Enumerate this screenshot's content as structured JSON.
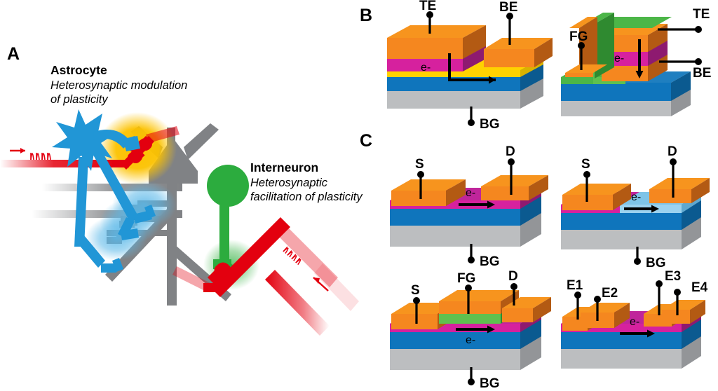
{
  "figure": {
    "panels": [
      {
        "id": "A",
        "letter": "A"
      },
      {
        "id": "B",
        "letter": "B"
      },
      {
        "id": "C",
        "letter": "C"
      }
    ]
  },
  "panelA": {
    "letter": "A",
    "astrocyte": {
      "title": "Astrocyte",
      "subtitle_line1": "Heterosynaptic modulation",
      "subtitle_line2": "of plasticity"
    },
    "interneuron": {
      "title": "Interneuron",
      "subtitle_line1": "Heterosynaptic",
      "subtitle_line2": "facilitation of plasticity"
    },
    "colors": {
      "astrocyte": "#2196D6",
      "interneuron": "#2CAC3E",
      "axon": "#E3000F",
      "neuron": "#808285",
      "glow_yellow": "#FCC200",
      "glow_blue": "#5BB8E8",
      "glow_green": "#3EB54A"
    },
    "spike_trains": [
      "input-spikes-left",
      "input-spikes-right"
    ]
  },
  "panelB": {
    "letter": "B",
    "devices": [
      {
        "name": "two-terminal-memristor",
        "labels": [
          "TE",
          "BE",
          "BG"
        ],
        "carrier": "e-",
        "arrow": "down-then-right"
      },
      {
        "name": "floating-gate-vertical-memristor",
        "labels": [
          "FG",
          "TE",
          "BE"
        ],
        "carrier": "e-",
        "arrow": "down"
      }
    ]
  },
  "panelC": {
    "letter": "C",
    "devices": [
      {
        "name": "three-terminal-transistor",
        "labels": [
          "S",
          "D",
          "BG"
        ],
        "carrier": "e-",
        "arrow": "right"
      },
      {
        "name": "heterojunction-transistor",
        "labels": [
          "S",
          "D",
          "BG"
        ],
        "carrier": "e-",
        "arrow": "right"
      },
      {
        "name": "floating-gate-transistor",
        "labels": [
          "S",
          "FG",
          "D",
          "BG"
        ],
        "carrier": "e-",
        "arrow": "right"
      },
      {
        "name": "multi-electrode-transistor",
        "labels": [
          "E1",
          "E2",
          "E3",
          "E4"
        ],
        "carrier": "e-",
        "arrow": "right"
      }
    ]
  },
  "stack_colors": {
    "electrode_orange_top": "#F7941E",
    "electrode_orange_front": "#F5871F",
    "electrode_orange_side": "#B35A13",
    "channel_magenta_top": "#C0259B",
    "channel_magenta_front": "#D6219E",
    "channel_magenta_side": "#8E1A70",
    "channel_lightblue_top": "#7EC4E8",
    "channel_lightblue_front": "#9BD2EF",
    "dielectric_yellow": "#FFD200",
    "substrate_blue_top": "#1F7FC0",
    "substrate_blue_front": "#0F75BC",
    "substrate_blue_side": "#0B5A90",
    "base_gray_top": "#C7C8CA",
    "base_gray_front": "#BCBEC0",
    "base_gray_side": "#939598",
    "floating_gate_green_top": "#4CB648",
    "floating_gate_green_front": "#5FC04F",
    "floating_gate_green_side": "#2F8A30"
  }
}
